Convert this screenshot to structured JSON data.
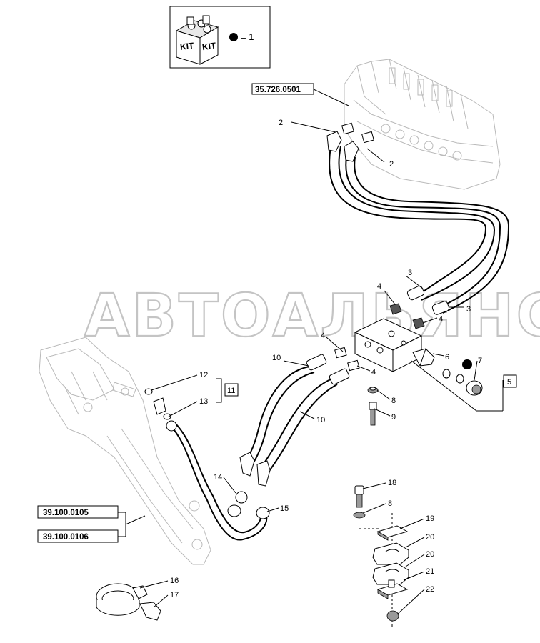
{
  "kit_box": {
    "kit_word_1": "KIT",
    "kit_word_2": "KIT",
    "equals_value": "= 1"
  },
  "references": [
    {
      "id": "ref-35-726",
      "text": "35.726.0501"
    },
    {
      "id": "ref-39-100-0105",
      "text": "39.100.0105"
    },
    {
      "id": "ref-39-100-0106",
      "text": "39.100.0106"
    }
  ],
  "watermark": "АВТОАЛЬЯНС",
  "group_labels": {
    "assembly_11": "11",
    "assembly_5": "5"
  },
  "callouts": {
    "c2a": "2",
    "c2b": "2",
    "c3a": "3",
    "c3b": "3",
    "c4a": "4",
    "c4b": "4",
    "c4c": "4",
    "c4d": "4",
    "c6": "6",
    "c7": "7",
    "c8a": "8",
    "c8b": "8",
    "c9": "9",
    "c10a": "10",
    "c10b": "10",
    "c12": "12",
    "c13": "13",
    "c14": "14",
    "c15": "15",
    "c16": "16",
    "c17": "17",
    "c18": "18",
    "c19": "19",
    "c20a": "20",
    "c20b": "20",
    "c21": "21",
    "c22": "22"
  },
  "colors": {
    "line": "#000000",
    "ghost_outline": "#b9b9b9",
    "watermark": "#c4c4c4",
    "marker_dot": "#000000"
  }
}
